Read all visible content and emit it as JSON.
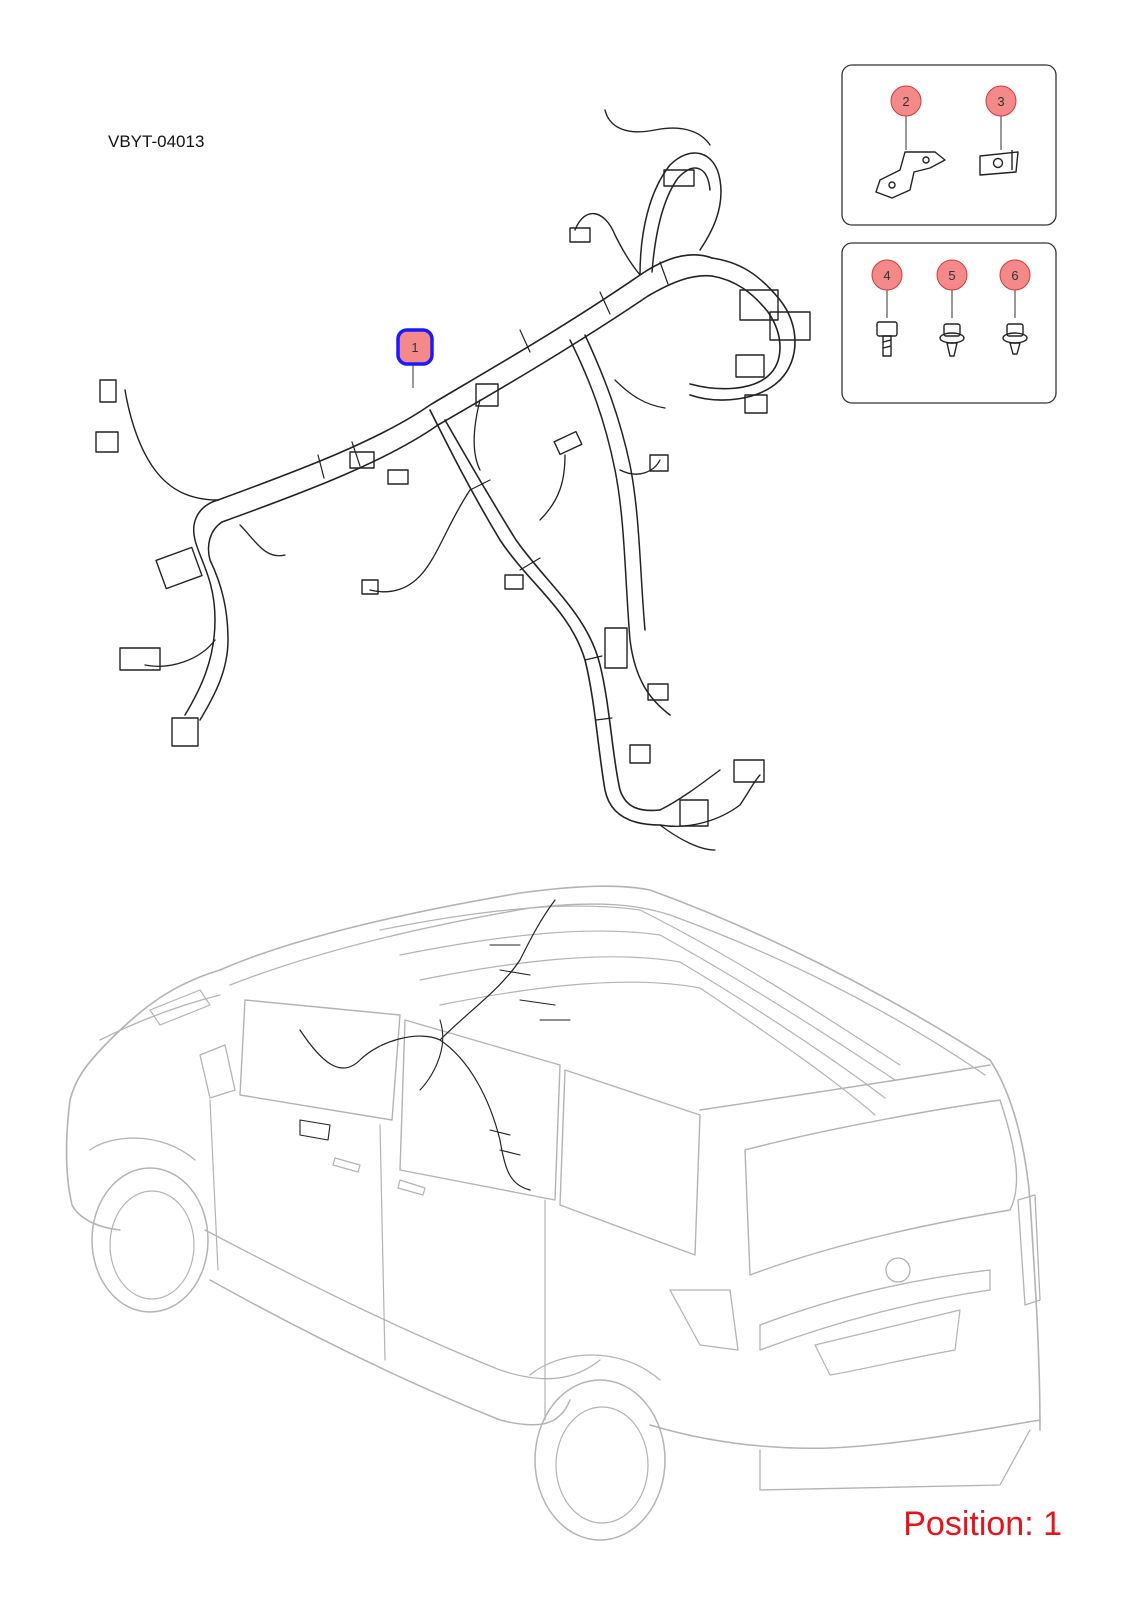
{
  "diagram_code": "VBYT-04013",
  "position_label": "Position: 1",
  "callouts": [
    {
      "id": "1",
      "label": "1",
      "selected": true
    },
    {
      "id": "2",
      "label": "2",
      "selected": false
    },
    {
      "id": "3",
      "label": "3",
      "selected": false
    },
    {
      "id": "4",
      "label": "4",
      "selected": false
    },
    {
      "id": "5",
      "label": "5",
      "selected": false
    },
    {
      "id": "6",
      "label": "6",
      "selected": false
    }
  ],
  "colors": {
    "callout_fill": "#f4898a",
    "callout_stroke": "#d03a3a",
    "selected_stroke": "#1a1aff",
    "position_text": "#e8141b",
    "van_lines": "#b3b3b3"
  },
  "icons": [
    "wiring-harness-illustration",
    "bracket-icon",
    "clip-plate-icon",
    "bolt-icon",
    "flange-bolt-icon",
    "flange-nut-icon",
    "van-outline-illustration"
  ]
}
